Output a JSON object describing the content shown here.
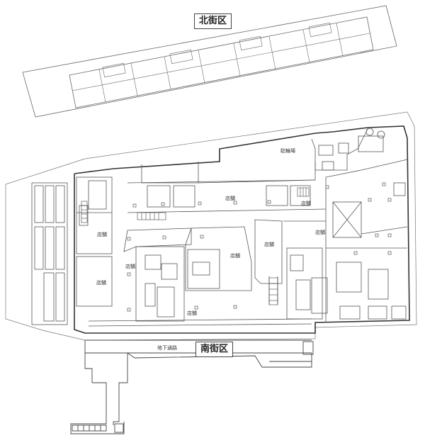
{
  "district_labels": {
    "north": "北街区",
    "south": "南街区"
  },
  "room_labels": {
    "parking": "駐輪場",
    "shop": "店舗",
    "underground_passage": "地下通路"
  },
  "colors": {
    "line": "#555555",
    "heavy_line": "#333333",
    "background": "#ffffff"
  }
}
